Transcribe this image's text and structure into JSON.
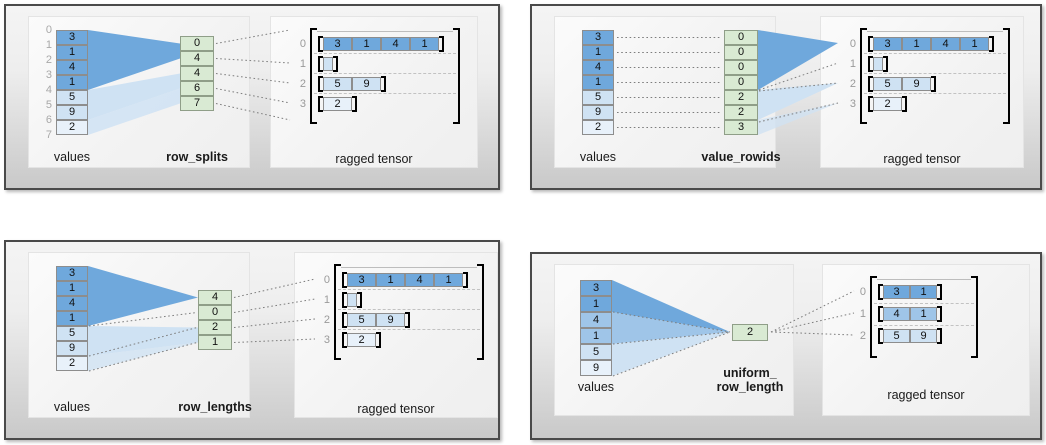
{
  "figure": {
    "title_hidden": "RaggedTensor encodings",
    "colors": {
      "value_blue_dark": "#6fa8dc",
      "value_blue_mid": "#9fc5e8",
      "value_blue_light": "#cfe2f3",
      "value_blue_pale": "#e8f1fa",
      "green": "#d9ead3",
      "panel_border": "#4a4a4a",
      "index_gray": "#a8a8a8",
      "bracket_black": "#000000",
      "fan_dark": "#6fa8dc",
      "fan_light": "#cfe2f3"
    },
    "common_labels": {
      "values": "values",
      "ragged_tensor": "ragged tensor"
    }
  },
  "panels": [
    {
      "id": "row-splits",
      "encoding_label": "row_splits",
      "values": {
        "label": "values",
        "cells": [
          "3",
          "1",
          "4",
          "1",
          "5",
          "9",
          "2"
        ],
        "shades": [
          "dark",
          "dark",
          "dark",
          "dark",
          "light",
          "light",
          "pale"
        ],
        "boundary_indices": [
          "0",
          "1",
          "2",
          "3",
          "4",
          "5",
          "6",
          "7"
        ],
        "show_boundary_indices": true
      },
      "encoding": {
        "label": "row_splits",
        "cells": [
          "0",
          "4",
          "4",
          "6",
          "7"
        ]
      },
      "ragged": {
        "label": "ragged tensor",
        "row_indices": [
          "0",
          "1",
          "2",
          "3"
        ],
        "rows": [
          {
            "cells": [
              "3",
              "1",
              "4",
              "1"
            ],
            "shade": "dark"
          },
          {
            "cells": [],
            "shade": "light",
            "empty": true
          },
          {
            "cells": [
              "5",
              "9"
            ],
            "shade": "light"
          },
          {
            "cells": [
              "2"
            ],
            "shade": "pale"
          }
        ]
      }
    },
    {
      "id": "value-rowids",
      "encoding_label": "value_rowids",
      "values": {
        "label": "values",
        "cells": [
          "3",
          "1",
          "4",
          "1",
          "5",
          "9",
          "2"
        ],
        "shades": [
          "dark",
          "dark",
          "dark",
          "dark",
          "light",
          "light",
          "pale"
        ],
        "boundary_indices": [],
        "show_boundary_indices": false
      },
      "encoding": {
        "label": "value_rowids",
        "cells": [
          "0",
          "0",
          "0",
          "0",
          "2",
          "2",
          "3"
        ]
      },
      "ragged": {
        "label": "ragged tensor",
        "row_indices": [
          "0",
          "1",
          "2",
          "3"
        ],
        "rows": [
          {
            "cells": [
              "3",
              "1",
              "4",
              "1"
            ],
            "shade": "dark"
          },
          {
            "cells": [],
            "shade": "light",
            "empty": true
          },
          {
            "cells": [
              "5",
              "9"
            ],
            "shade": "light"
          },
          {
            "cells": [
              "2"
            ],
            "shade": "pale"
          }
        ]
      }
    },
    {
      "id": "row-lengths",
      "encoding_label": "row_lengths",
      "values": {
        "label": "values",
        "cells": [
          "3",
          "1",
          "4",
          "1",
          "5",
          "9",
          "2"
        ],
        "shades": [
          "dark",
          "dark",
          "dark",
          "dark",
          "light",
          "light",
          "pale"
        ],
        "boundary_indices": [],
        "show_boundary_indices": false
      },
      "encoding": {
        "label": "row_lengths",
        "cells": [
          "4",
          "0",
          "2",
          "1"
        ]
      },
      "ragged": {
        "label": "ragged tensor",
        "row_indices": [
          "0",
          "1",
          "2",
          "3"
        ],
        "rows": [
          {
            "cells": [
              "3",
              "1",
              "4",
              "1"
            ],
            "shade": "dark"
          },
          {
            "cells": [],
            "shade": "light",
            "empty": true
          },
          {
            "cells": [
              "5",
              "9"
            ],
            "shade": "light"
          },
          {
            "cells": [
              "2"
            ],
            "shade": "pale"
          }
        ]
      }
    },
    {
      "id": "uniform-row-length",
      "encoding_label": "uniform_\nrow_length",
      "values": {
        "label": "values",
        "cells": [
          "3",
          "1",
          "4",
          "1",
          "5",
          "9"
        ],
        "shades": [
          "dark",
          "dark",
          "mid",
          "mid",
          "light",
          "pale"
        ],
        "boundary_indices": [],
        "show_boundary_indices": false
      },
      "encoding": {
        "label": "uniform_\nrow_length",
        "cells": [
          "2"
        ]
      },
      "ragged": {
        "label": "ragged tensor",
        "row_indices": [
          "0",
          "1",
          "2"
        ],
        "rows": [
          {
            "cells": [
              "3",
              "1"
            ],
            "shade": "dark"
          },
          {
            "cells": [
              "4",
              "1"
            ],
            "shade": "mid"
          },
          {
            "cells": [
              "5",
              "9"
            ],
            "shade": "light"
          }
        ]
      }
    }
  ]
}
